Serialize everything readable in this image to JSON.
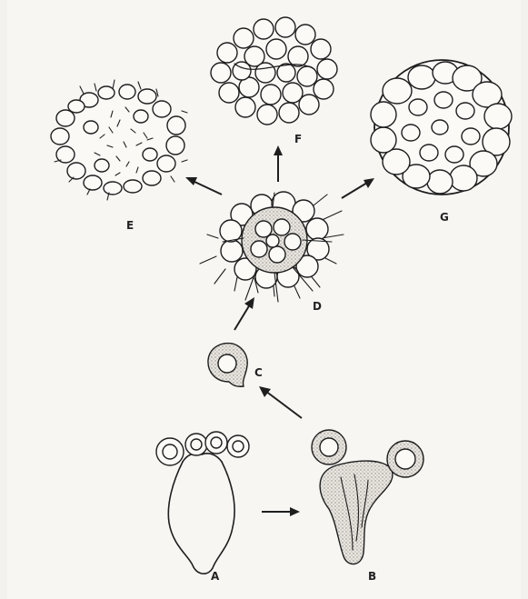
{
  "stage_labels": {
    "A": "A",
    "B": "B",
    "C": "C",
    "D": "D",
    "E": "E",
    "F": "F",
    "G": "G"
  },
  "colors": {
    "ink": "#1e1e1e",
    "paper": "#f7f6f3",
    "stipple": "#9a958e"
  }
}
